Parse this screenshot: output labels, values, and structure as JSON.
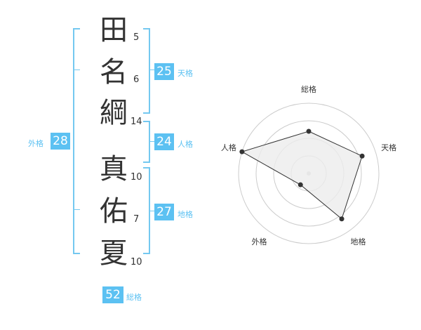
{
  "name": {
    "chars": [
      {
        "char": "田",
        "strokes": "5"
      },
      {
        "char": "名",
        "strokes": "6"
      },
      {
        "char": "綱",
        "strokes": "14"
      },
      {
        "char": "真",
        "strokes": "10"
      },
      {
        "char": "佑",
        "strokes": "7"
      },
      {
        "char": "夏",
        "strokes": "10"
      }
    ]
  },
  "kaku": {
    "tenkaku": {
      "value": "25",
      "label": "天格"
    },
    "jinkaku": {
      "value": "24",
      "label": "人格"
    },
    "chikaku": {
      "value": "27",
      "label": "地格"
    },
    "gaikaku": {
      "value": "28",
      "label": "外格"
    },
    "soukaku": {
      "value": "52",
      "label": "総格"
    }
  },
  "chart_data": {
    "type": "radar",
    "axes": [
      "総格",
      "天格",
      "地格",
      "外格",
      "人格"
    ],
    "values": [
      3,
      4,
      4,
      1,
      5
    ],
    "range": [
      0,
      5
    ],
    "rings": 4,
    "colors": {
      "fill": "#ececec",
      "stroke": "#333333",
      "ring": "#cccccc",
      "accent": "#5cc1f2"
    }
  }
}
